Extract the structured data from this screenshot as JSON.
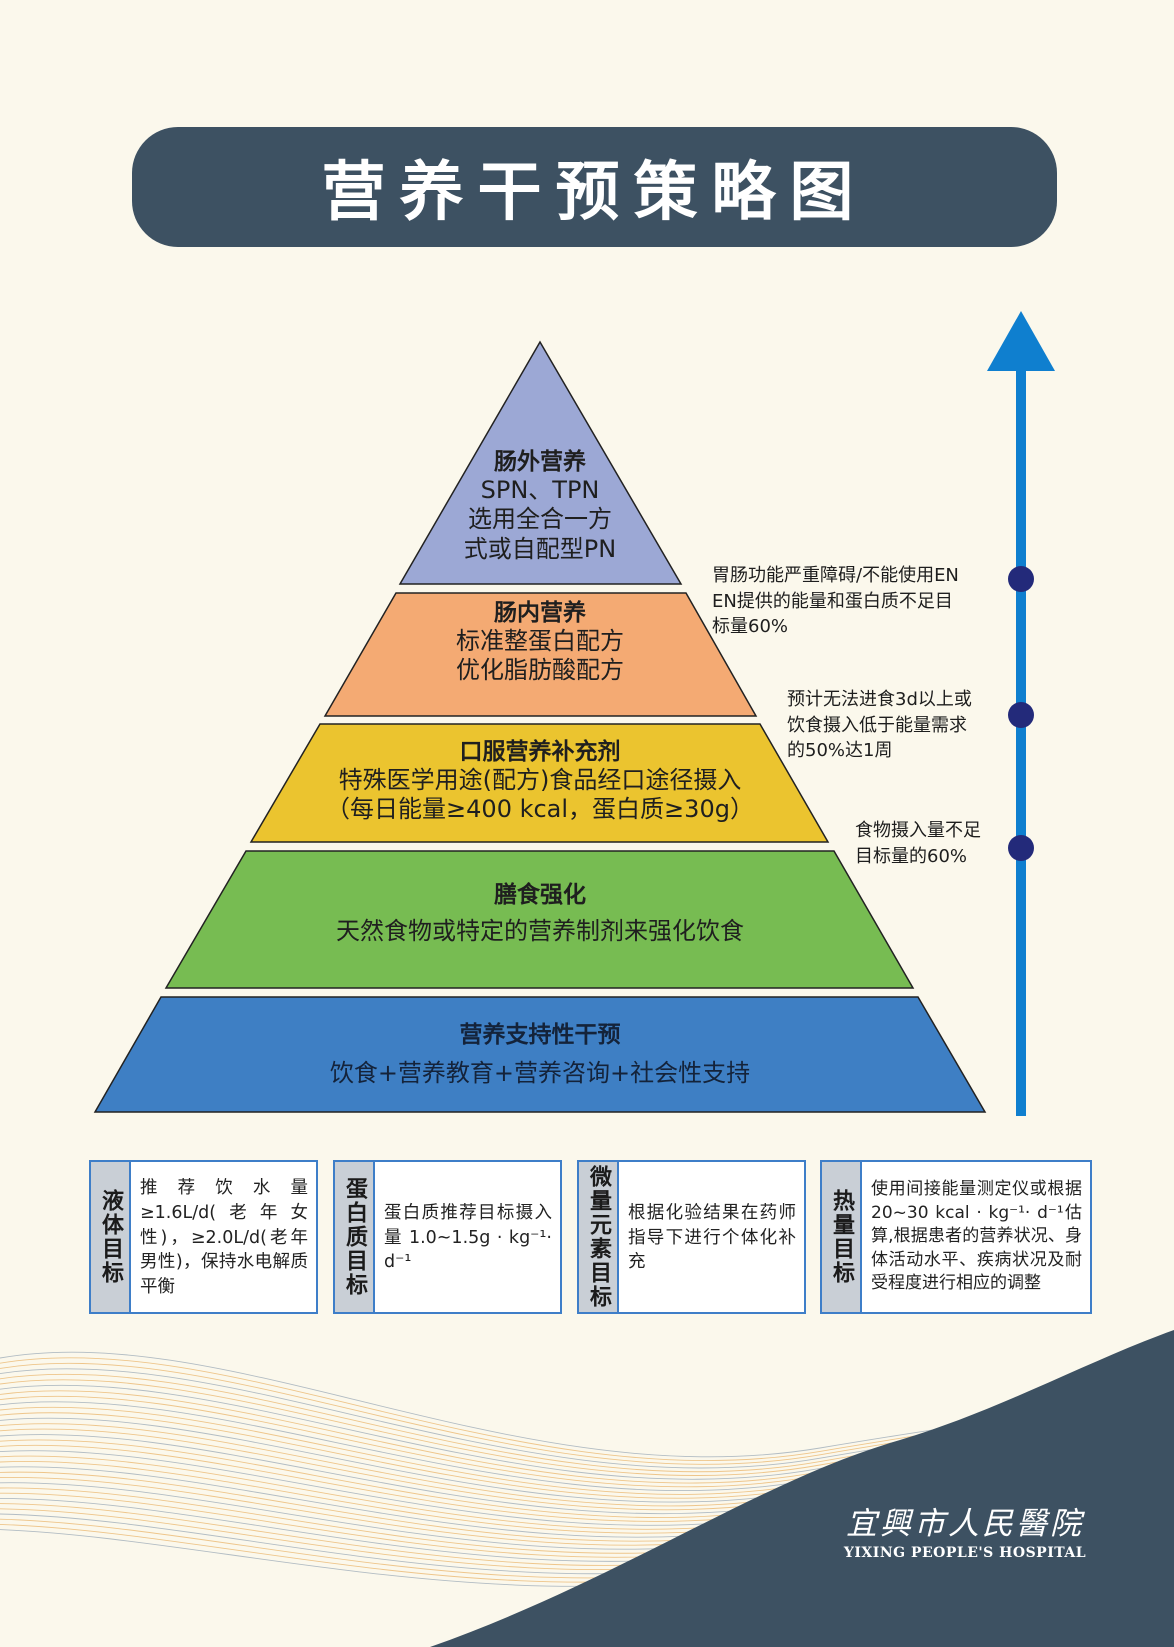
{
  "title": "营养干预策略图",
  "colors": {
    "background": "#fbf8ec",
    "title_bar": "#3d5162",
    "layer_1": "#9ca8d5",
    "layer_2": "#f4aa73",
    "layer_3": "#ebc42f",
    "layer_4": "#77bc52",
    "layer_5": "#3e7fc4",
    "arrow": "#0f7fcf",
    "marker": "#232a7a",
    "box_border": "#3e7ec8",
    "box_label_bg": "#c9cfd6",
    "footer_dark": "#3d5162",
    "footer_wave": "#e9b46a"
  },
  "pyramid": {
    "layers": [
      {
        "heading": "肠外营养",
        "lines": [
          "SPN、TPN",
          "选用全合一方",
          "式或自配型PN"
        ]
      },
      {
        "heading": "肠内营养",
        "lines": [
          "标准整蛋白配方",
          "优化脂肪酸配方"
        ]
      },
      {
        "heading": "口服营养补充剂",
        "lines": [
          "特殊医学用途(配方)食品经口途径摄入",
          "（每日能量≥400 kcal，蛋白质≥30g）"
        ]
      },
      {
        "heading": "膳食强化",
        "lines": [
          "天然食物或特定的营养制剂来强化饮食"
        ]
      },
      {
        "heading": "营养支持性干预",
        "lines": [
          "饮食+营养教育+营养咨询+社会性支持"
        ]
      }
    ]
  },
  "escalation": {
    "arrow_icon": "up-arrow-icon",
    "annotations": [
      {
        "lines": [
          "胃肠功能严重障碍/不能使用EN",
          "EN提供的能量和蛋白质不足目",
          "标量60%"
        ]
      },
      {
        "lines": [
          "预计无法进食3d以上或",
          "饮食摄入低于能量需求",
          "的50%达1周"
        ]
      },
      {
        "lines": [
          "食物摄入量不足",
          "目标量的60%"
        ]
      }
    ]
  },
  "targets": [
    {
      "label": "液体目标",
      "text": "推荐饮水量≥1.6L/d(老年女性)，≥2.0L/d(老年男性)，保持水电解质平衡"
    },
    {
      "label": "蛋白质目标",
      "text": "蛋白质推荐目标摄入量 1.0~1.5g · kg⁻¹· d⁻¹"
    },
    {
      "label": "微量元素目标",
      "text": "根据化验结果在药师指导下进行个体化补充"
    },
    {
      "label": "热量目标",
      "text": "使用间接能量测定仪或根据20~30 kcal · kg⁻¹· d⁻¹估算,根据患者的营养状况、身体活动水平、疾病状况及耐受程度进行相应的调整"
    }
  ],
  "footer": {
    "hospital_cn": "宜興市人民醫院",
    "hospital_en": "YIXING PEOPLE'S HOSPITAL"
  }
}
